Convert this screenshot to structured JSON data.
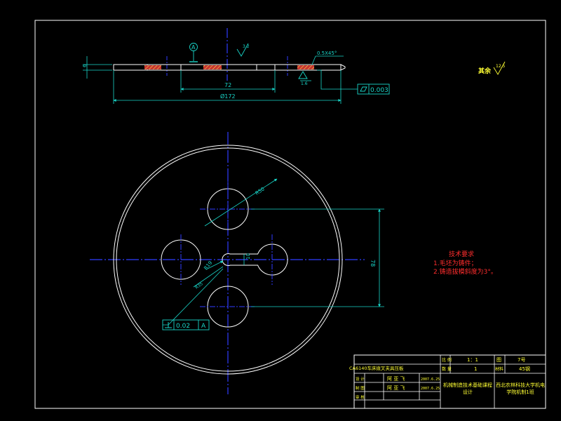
{
  "colors": {
    "background": "#000000",
    "outline": "#ffffff",
    "centerline": "#2f3cff",
    "dimension": "#19d6c9",
    "title_block": "#ffffff",
    "title_text": "#ffff33",
    "note_text": "#ff2d2d",
    "symbol_text": "#19d6c9",
    "section_hatch": "#c83232",
    "hatch_detail": "#ffff44"
  },
  "section_view": {
    "datum_letter": "A",
    "height_dim": "6",
    "bore_dim": "72",
    "outer_dim": "Ø172",
    "chamfer_note": "0.5X45°",
    "flatness_value": "0.003",
    "roughness_small": "1.6",
    "roughness_mid": "3.2"
  },
  "plan_view": {
    "radius_dim": "R50",
    "hole_dim": "R19",
    "slot_width": "10",
    "circle_dim": "R35",
    "vertical_dim": "78",
    "perp_value": "0.02",
    "perp_datum": "A"
  },
  "remaining_roughness": {
    "label": "其余",
    "value": "12.5"
  },
  "tech_notes": {
    "title": "技术要求",
    "items": [
      "1.毛坯为铸件；",
      "2.铸造拔模斜度为3°。"
    ]
  },
  "title_block": {
    "drawing_title": "CA6140车床拨叉夹具压板",
    "scale_label": "比 例",
    "scale_value": "1：1",
    "drawing_no_label": "图",
    "drawing_no_value": "7号",
    "qty_label": "数 量",
    "qty_value": "1",
    "material_label": "材料",
    "material_value": "45钢",
    "designer_label": "设 计",
    "designer_name": "阿 亚 飞",
    "designer_date": "2007.6.25",
    "drafter_label": "制 图",
    "drafter_name": "阿 亚 飞",
    "drafter_date": "2007.6.25",
    "reviewer_label": "审 核",
    "course": "机械制造技术基础课程设计",
    "school": "西北农林科技大学机电学院机制1班"
  }
}
